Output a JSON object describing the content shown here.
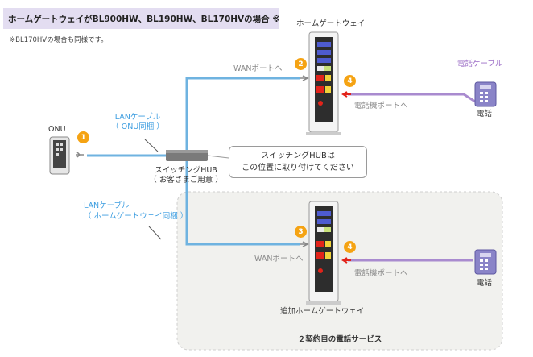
{
  "title": "ホームゲートウェイがBL900HW、BL190HW、BL170HVの場合 ※",
  "note": "※BL170HVの場合も同様です。",
  "devices": {
    "hgw_top": "ホームゲートウェイ",
    "hgw_bottom": "追加ホームゲートウェイ",
    "onu": "ONU",
    "phone_top": "電話",
    "phone_bottom": "電話",
    "switch_hub_line1": "スイッチングHUB",
    "switch_hub_line2": "（ お客さまご用意 ）"
  },
  "labels": {
    "wan_port_top": "WANポートへ",
    "wan_port_bottom": "WANポートへ",
    "phone_port_top": "電話機ポートへ",
    "phone_port_bottom": "電話機ポートへ",
    "phone_cable": "電話ケーブル",
    "lan_onu_line1": "LANケーブル",
    "lan_onu_line2": "（ ONU同梱 ）",
    "lan_hgw_line1": "LANケーブル",
    "lan_hgw_line2": "（ ホームゲートウェイ同梱 ）",
    "callout_line1": "スイッチングHUBは",
    "callout_line2": "この位置に取り付けてください",
    "second_contract": "２契約目の電話サービス"
  },
  "step_numbers": {
    "n1": "1",
    "n2": "2",
    "n3": "3",
    "n4_top": "4",
    "n4_bottom": "4"
  },
  "colors": {
    "title_bg": "#e3ddf1",
    "lan_cable": "#6fb3e0",
    "phone_cable": "#a98bcf",
    "step_badge": "#f5a313",
    "arrow_red": "#e2231a",
    "second_area_bg": "#f1f1ee"
  }
}
